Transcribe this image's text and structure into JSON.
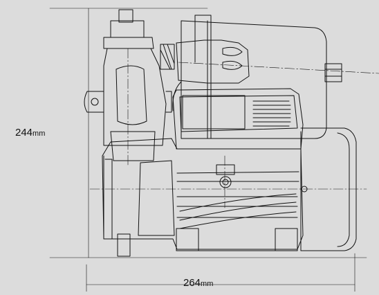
{
  "dimensions": {
    "height": {
      "value": "244",
      "unit": "mm"
    },
    "width": {
      "value": "264",
      "unit": "mm"
    }
  },
  "colors": {
    "background": "#dcdcdc",
    "line": "#111111",
    "hatch_fill": "#cfcfcf"
  }
}
